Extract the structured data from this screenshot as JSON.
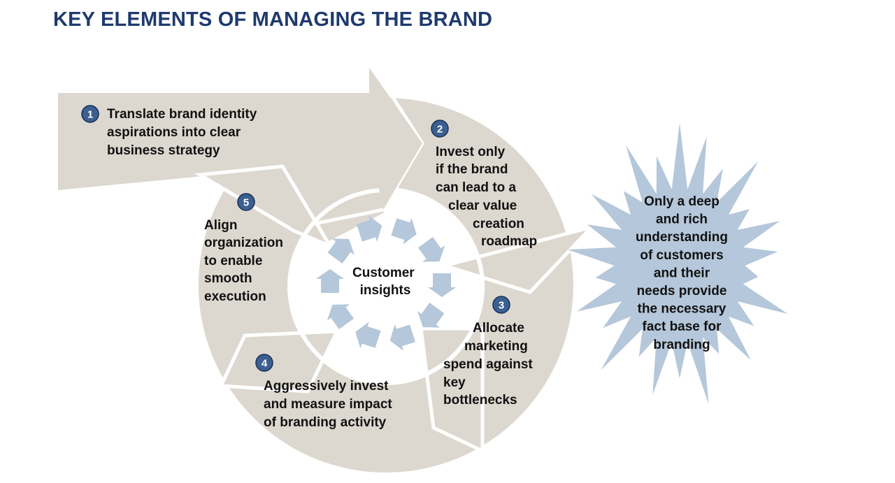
{
  "title": "KEY ELEMENTS OF MANAGING THE BRAND",
  "colors": {
    "ring": "#dcd8d0",
    "accent": "#b5c7da",
    "badge": "#3b5f91",
    "title": "#1f3a6e"
  },
  "center": {
    "lines": [
      "Customer",
      "insights"
    ]
  },
  "steps": [
    {
      "number": "1",
      "lines": [
        "Translate brand identity",
        "aspirations into clear",
        "business strategy"
      ]
    },
    {
      "number": "2",
      "lines": [
        "Invest only",
        "if the brand",
        "can lead to a",
        "clear value",
        "creation",
        "roadmap"
      ]
    },
    {
      "number": "3",
      "lines": [
        "Allocate",
        "marketing",
        "spend against",
        "key",
        "bottlenecks"
      ]
    },
    {
      "number": "4",
      "lines": [
        "Aggressively invest",
        "and measure impact",
        "of branding activity"
      ]
    },
    {
      "number": "5",
      "lines": [
        "Align",
        "organization",
        "to enable",
        "smooth",
        "execution"
      ]
    }
  ],
  "callout": {
    "lines": [
      "Only a deep",
      "and rich",
      "understanding",
      "of customers",
      "and their",
      "needs provide",
      "the necessary",
      "fact base for",
      "branding"
    ]
  }
}
